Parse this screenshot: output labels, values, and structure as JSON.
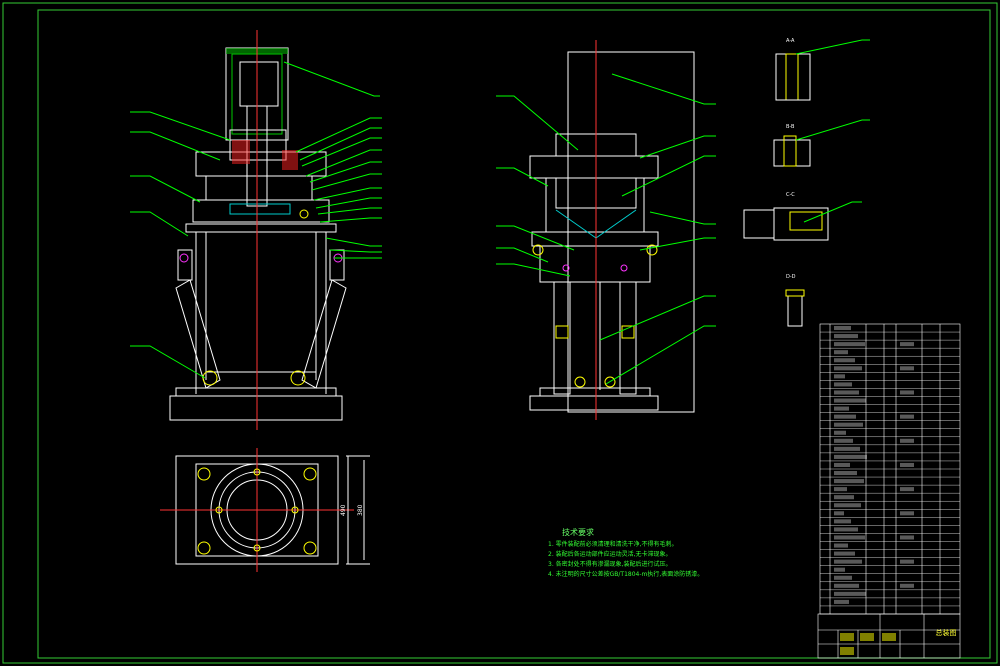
{
  "technical_requirements": {
    "heading": "技术要求",
    "items": [
      "1. 零件装配前必须清理和清洗干净,不得有毛刺。",
      "2. 装配后各运动部件应运动灵活,无卡滞现象。",
      "3. 各密封处不得有渗漏现象,装配后进行试压。",
      "4. 未注明的尺寸公差按GB/T1804-m执行,表面涂防锈漆。"
    ]
  },
  "drawing_title": "总装图",
  "section_labels": [
    "A-A",
    "B-B",
    "C-C",
    "D-D"
  ],
  "dims": [
    "490",
    "380"
  ],
  "colors": {
    "outline": "#ffffff",
    "leader": "#00ff00",
    "center": "#ff3333",
    "cyan": "#00cccc",
    "yellow": "#ffff00",
    "magenta": "#ff33ff",
    "border": "#33cc33"
  }
}
